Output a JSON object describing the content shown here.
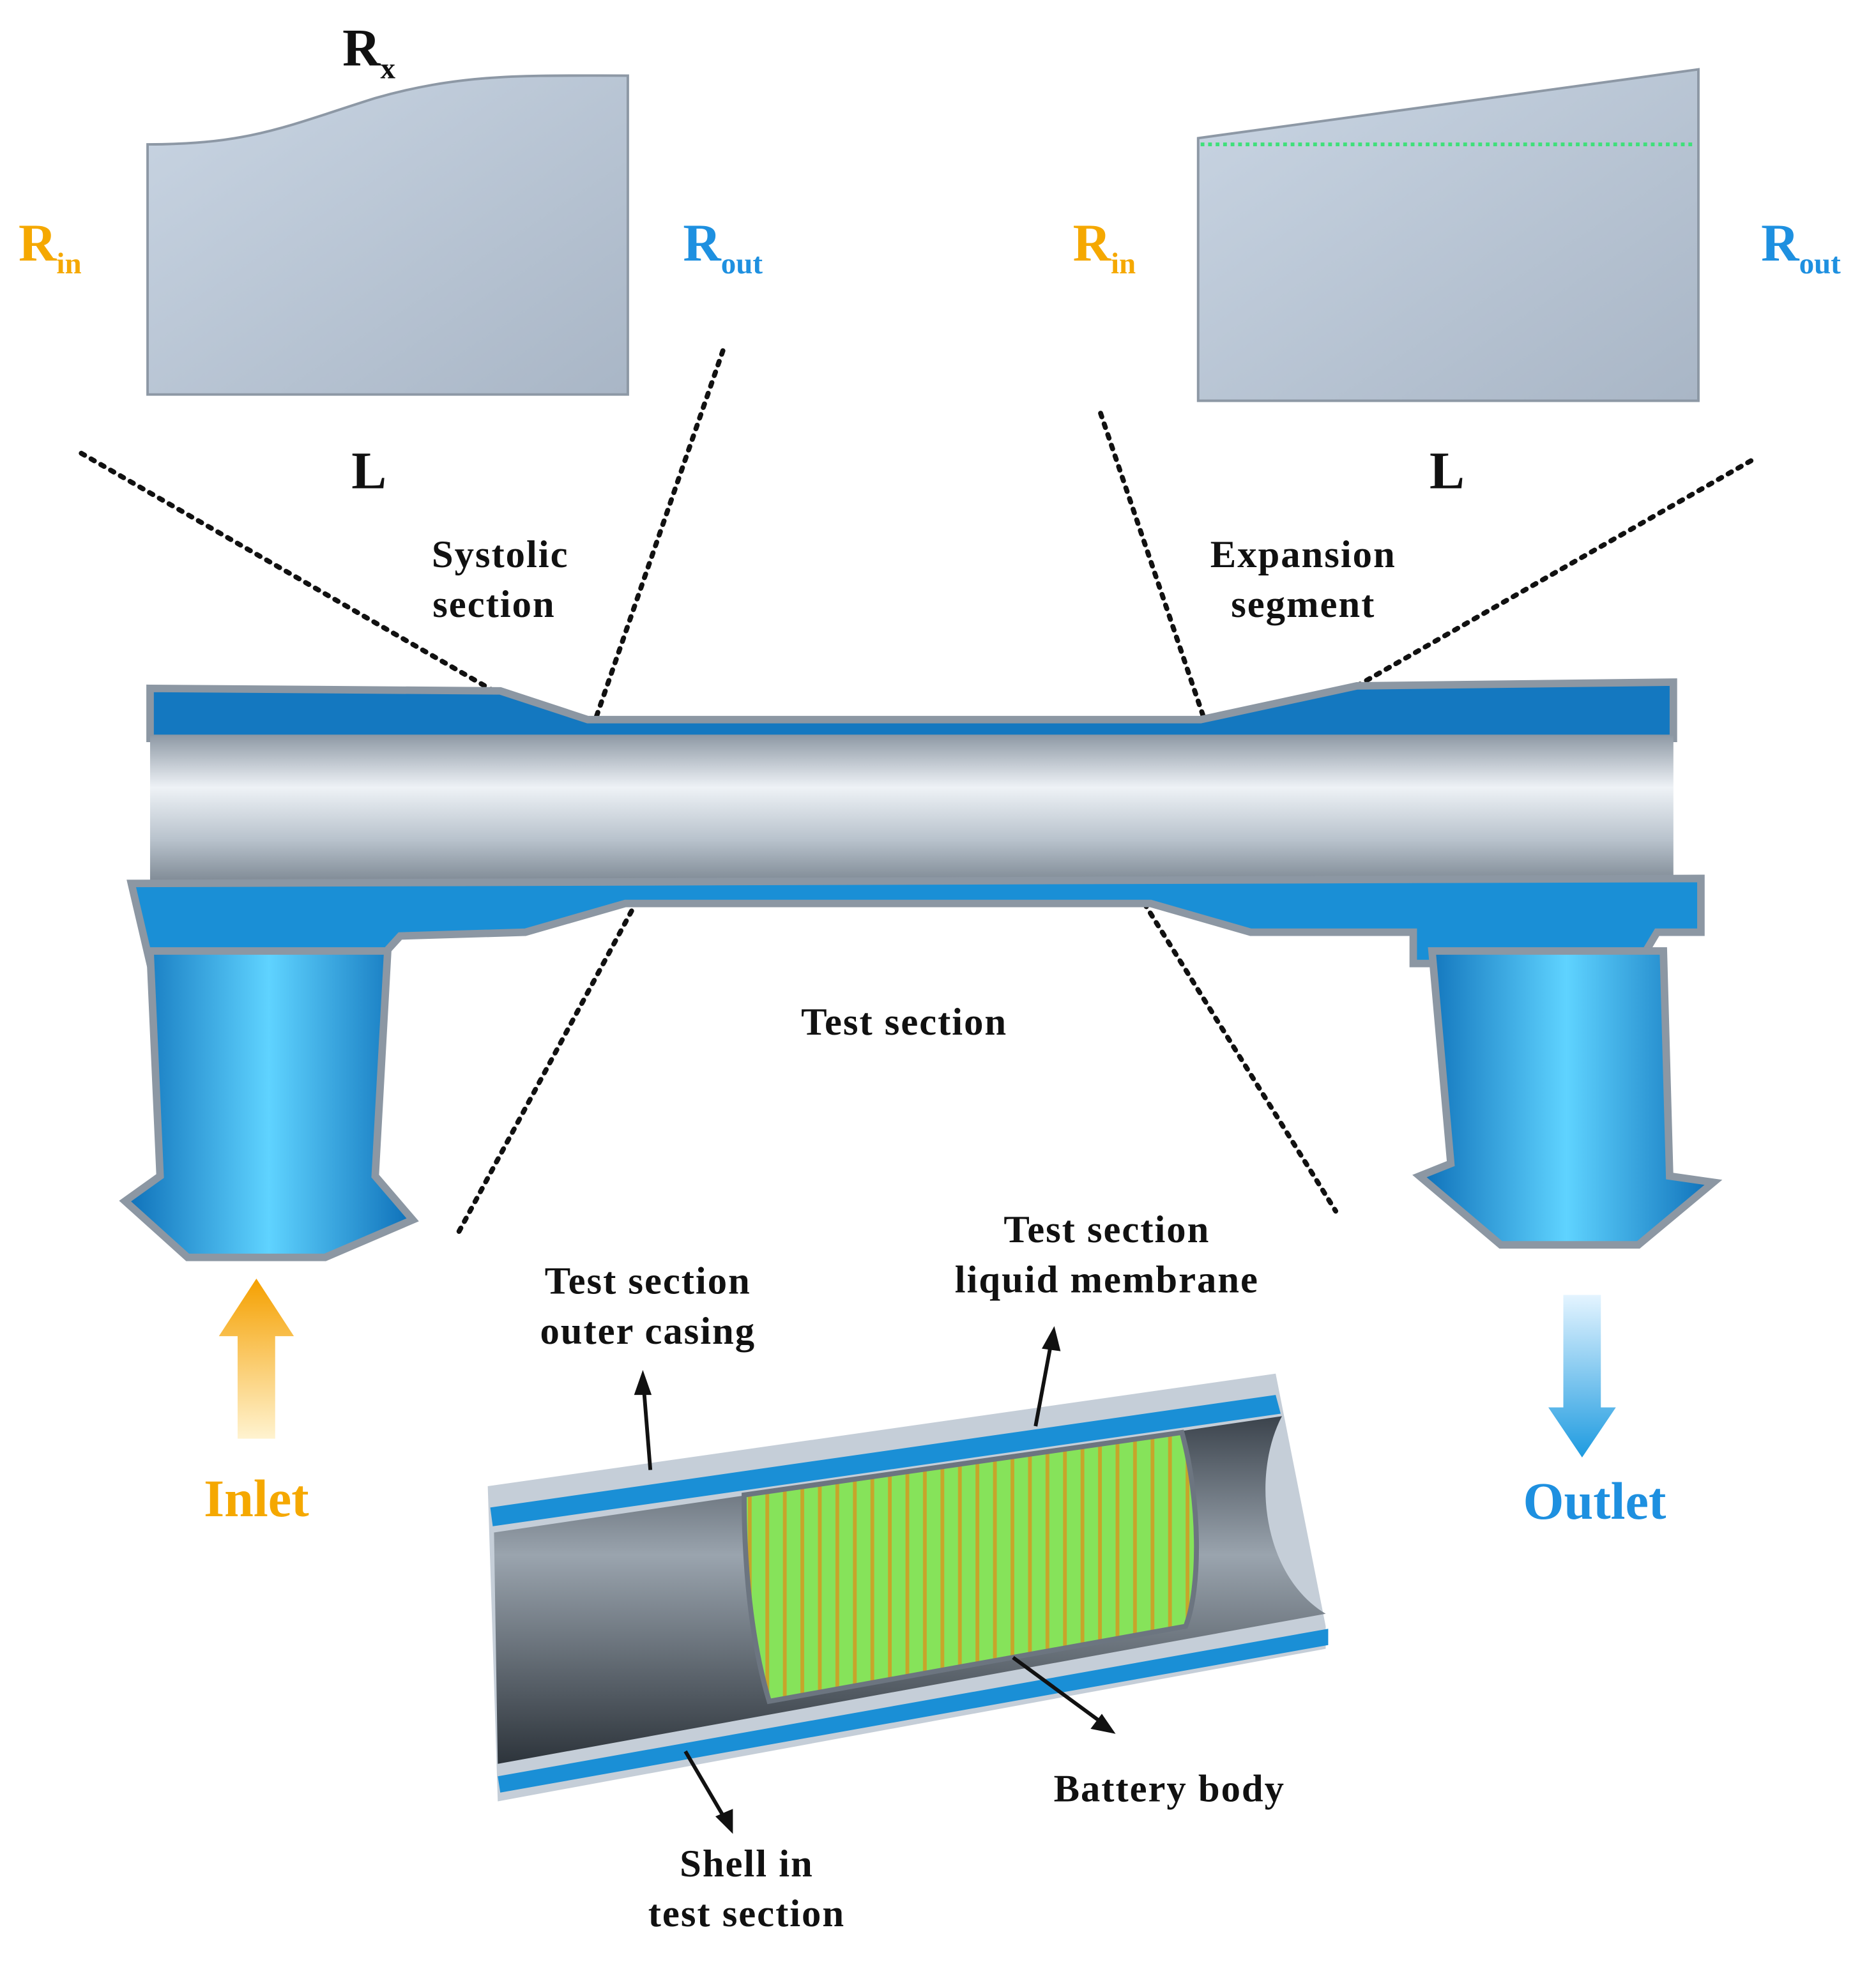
{
  "left_panel": {
    "rx_label": "R",
    "rx_sub": "x",
    "rin_label": "R",
    "rin_sub": "in",
    "rout_label": "R",
    "rout_sub": "out",
    "length_label": "L",
    "section_label_line1": "Systolic",
    "section_label_line2": "section"
  },
  "right_panel": {
    "rin_label": "R",
    "rin_sub": "in",
    "rout_label": "R",
    "rout_sub": "out",
    "length_label": "L",
    "section_label_line1": "Expansion",
    "section_label_line2": "segment"
  },
  "main": {
    "test_section_label": "Test section",
    "inlet_label": "Inlet",
    "outlet_label": "Outlet"
  },
  "cutaway": {
    "outer_casing_line1": "Test section",
    "outer_casing_line2": "outer casing",
    "membrane_line1": "Test section",
    "membrane_line2": "liquid membrane",
    "battery_label": "Battery body",
    "shell_line1": "Shell in",
    "shell_line2": "test section"
  },
  "colors": {
    "inlet": "#f5a800",
    "outlet": "#1e90e0",
    "fluid": "#1a9be0",
    "battery": "#7de050",
    "metal": "#b8c4d2"
  }
}
